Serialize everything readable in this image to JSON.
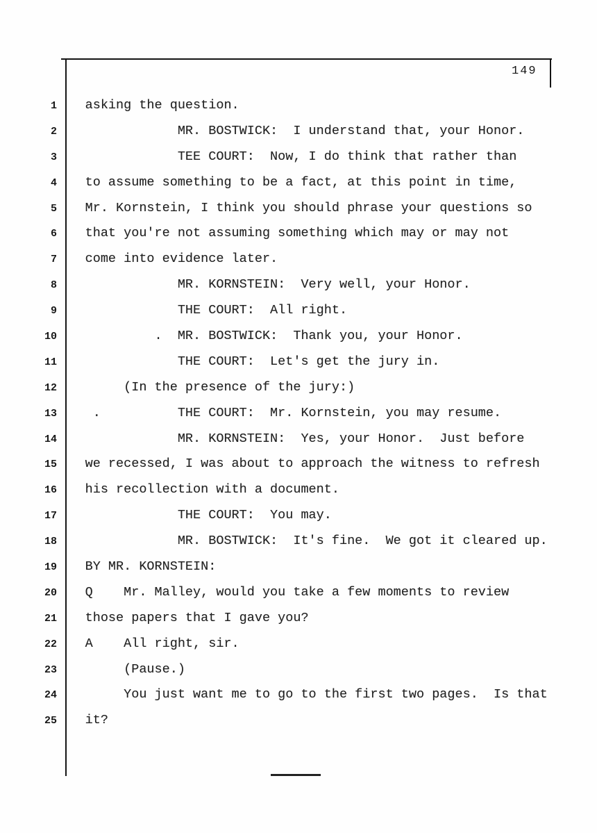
{
  "page": {
    "number": "149"
  },
  "transcript": {
    "lines": [
      {
        "num": "1",
        "text": "asking the question."
      },
      {
        "num": "2",
        "text": "            MR. BOSTWICK:  I understand that, your Honor."
      },
      {
        "num": "3",
        "text": "            TEE COURT:  Now, I do think that rather than"
      },
      {
        "num": "4",
        "text": "to assume something to be a fact, at this point in time,"
      },
      {
        "num": "5",
        "text": "Mr. Kornstein, I think you should phrase your questions so"
      },
      {
        "num": "6",
        "text": "that you're not assuming something which may or may not"
      },
      {
        "num": "7",
        "text": "come into evidence later."
      },
      {
        "num": "8",
        "text": "            MR. KORNSTEIN:  Very well, your Honor."
      },
      {
        "num": "9",
        "text": "            THE COURT:  All right."
      },
      {
        "num": "10",
        "text": "         .  MR. BOSTWICK:  Thank you, your Honor."
      },
      {
        "num": "11",
        "text": "            THE COURT:  Let's get the jury in."
      },
      {
        "num": "12",
        "text": "     (In the presence of the jury:)"
      },
      {
        "num": "13",
        "text": " .          THE COURT:  Mr. Kornstein, you may resume."
      },
      {
        "num": "14",
        "text": "            MR. KORNSTEIN:  Yes, your Honor.  Just before"
      },
      {
        "num": "15",
        "text": "we recessed, I was about to approach the witness to refresh"
      },
      {
        "num": "16",
        "text": "his recollection with a document."
      },
      {
        "num": "17",
        "text": "            THE COURT:  You may."
      },
      {
        "num": "18",
        "text": "            MR. BOSTWICK:  It's fine.  We got it cleared up."
      },
      {
        "num": "19",
        "text": "BY MR. KORNSTEIN:"
      },
      {
        "num": "20",
        "text": "Q    Mr. Malley, would you take a few moments to review"
      },
      {
        "num": "21",
        "text": "those papers that I gave you?"
      },
      {
        "num": "22",
        "text": "A    All right, sir."
      },
      {
        "num": "23",
        "text": "     (Pause.)"
      },
      {
        "num": "24",
        "text": "     You just want me to go to the first two pages.  Is that"
      },
      {
        "num": "25",
        "text": "it?"
      }
    ]
  }
}
